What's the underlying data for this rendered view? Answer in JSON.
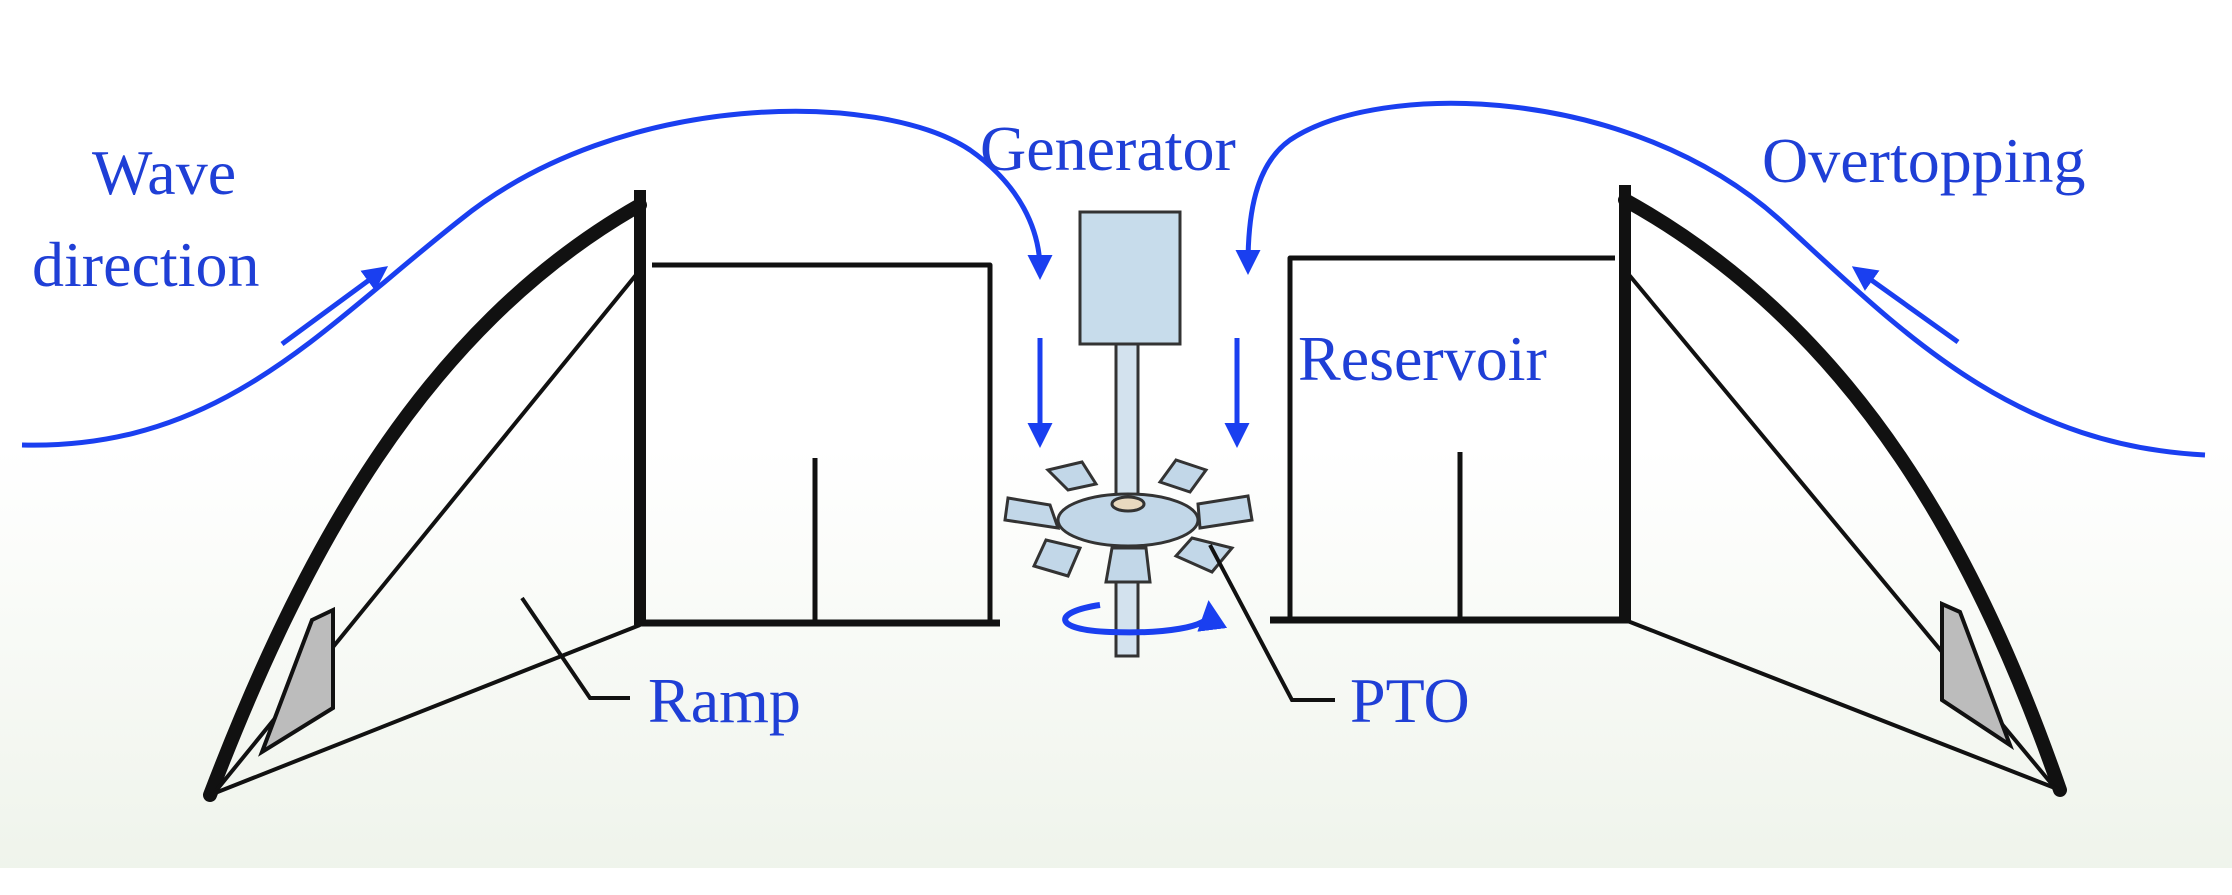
{
  "diagram": {
    "labels": {
      "wave_direction_line1": "Wave",
      "wave_direction_line2": "direction",
      "generator": "Generator",
      "overtopping": "Overtopping",
      "reservoir": "Reservoir",
      "ramp": "Ramp",
      "pto": "PTO"
    },
    "colors": {
      "label_blue": "#1f3fd6",
      "wave_blue": "#1a3ff0",
      "structure": "#111111",
      "generator_fill": "#c7dceb",
      "rotor_fill": "#c2d7e8",
      "ramp_pad_fill": "#bcbcbc",
      "background_top": "#ffffff",
      "background_bottom": "#eef3ea"
    }
  }
}
